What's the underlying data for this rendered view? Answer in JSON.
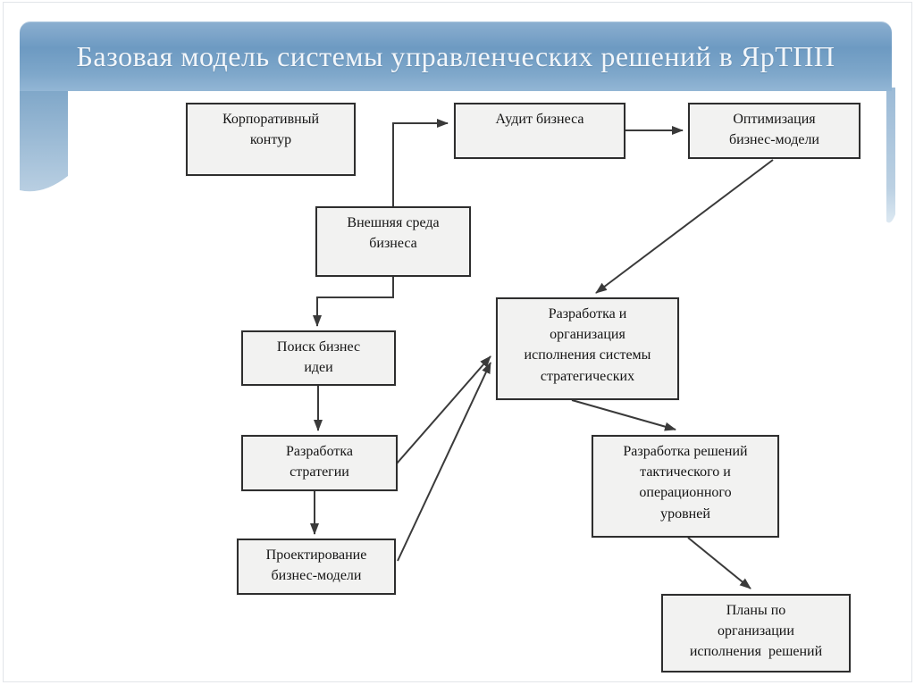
{
  "slide": {
    "title": "Базовая модель системы управленческих решений в ЯрТПП"
  },
  "diagram": {
    "nodes": [
      {
        "id": "corporate-contour",
        "label": "Корпоративный\nконтур"
      },
      {
        "id": "business-audit",
        "label": "Аудит бизнеса"
      },
      {
        "id": "business-model-optimization",
        "label": "Оптимизация\nбизнес-модели"
      },
      {
        "id": "external-business-environment",
        "label": "Внешняя среда\nбизнеса"
      },
      {
        "id": "business-idea-search",
        "label": "Поиск бизнес\nидеи"
      },
      {
        "id": "strategy-development",
        "label": "Разработка\nстратегии"
      },
      {
        "id": "business-model-design",
        "label": "Проектирование\nбизнес-модели"
      },
      {
        "id": "strategic-system-development",
        "label": "Разработка и\nорганизация\nисполнения системы\nстратегических"
      },
      {
        "id": "tactical-operational-decisions",
        "label": "Разработка решений\nтактического и\nоперационного\nуровней"
      },
      {
        "id": "execution-plans",
        "label": "Планы по\nорганизации\nисполнения  решений"
      }
    ],
    "edges": [
      {
        "from": "external-business-environment",
        "to": "business-audit",
        "shape": "elbow"
      },
      {
        "from": "business-audit",
        "to": "business-model-optimization",
        "shape": "straight"
      },
      {
        "from": "business-model-optimization",
        "to": "strategic-system-development",
        "shape": "diagonal"
      },
      {
        "from": "external-business-environment",
        "to": "business-idea-search",
        "shape": "elbow"
      },
      {
        "from": "business-idea-search",
        "to": "strategy-development",
        "shape": "straight"
      },
      {
        "from": "strategy-development",
        "to": "business-model-design",
        "shape": "straight"
      },
      {
        "from": "strategy-development",
        "to": "strategic-system-development",
        "shape": "diagonal"
      },
      {
        "from": "business-model-design",
        "to": "strategic-system-development",
        "shape": "diagonal"
      },
      {
        "from": "strategic-system-development",
        "to": "tactical-operational-decisions",
        "shape": "diagonal"
      },
      {
        "from": "tactical-operational-decisions",
        "to": "execution-plans",
        "shape": "diagonal"
      }
    ]
  },
  "colors": {
    "band_blue": "#6d9ac2",
    "band_blue_light": "#93b6d5",
    "ribbon_blue": "#86aaca",
    "ribbon_blue_fade": "#b9cfe2",
    "box_fill": "#f2f2f1",
    "box_border": "#2e2e2e",
    "connector": "#3a3a3a",
    "title_text": "#f2f6fa"
  }
}
